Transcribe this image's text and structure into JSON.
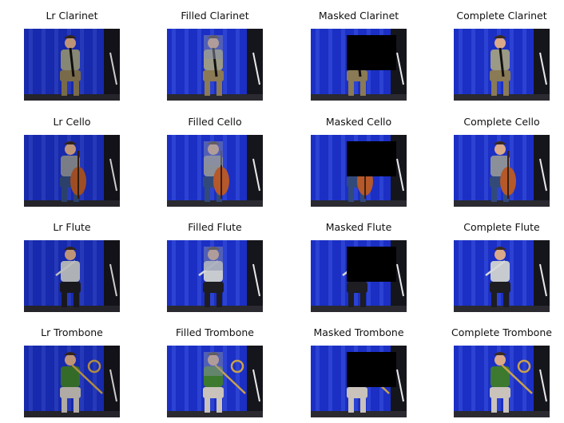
{
  "rows": [
    {
      "instrument": "clarinet",
      "titles": [
        "Lr Clarinet",
        "Filled Clarinet",
        "Masked Clarinet",
        "Complete Clarinet"
      ],
      "shirt_color": "#9a9a86",
      "pants_color": "#8a7a55"
    },
    {
      "instrument": "cello",
      "titles": [
        "Lr Cello",
        "Filled Cello",
        "Masked Cello",
        "Complete Cello"
      ],
      "shirt_color": "#8b8f98",
      "pants_color": "#324a7a"
    },
    {
      "instrument": "flute",
      "titles": [
        "Lr Flute",
        "Filled Flute",
        "Masked Flute",
        "Complete Flute"
      ],
      "shirt_color": "#c7cbd0",
      "pants_color": "#1d1d22"
    },
    {
      "instrument": "trombone",
      "titles": [
        "Lr Trombone",
        "Filled Trombone",
        "Masked Trombone",
        "Complete Trombone"
      ],
      "shirt_color": "#3d7a2f",
      "pants_color": "#c9c3bb"
    }
  ],
  "column_types": [
    "lr",
    "filled",
    "masked",
    "complete"
  ],
  "colors": {
    "curtain": "#1b2fc4",
    "curtain_fold": "#3a52e0",
    "mask": "#000000",
    "instrument_wood": "#b5582a",
    "brass": "#c8a14a"
  }
}
